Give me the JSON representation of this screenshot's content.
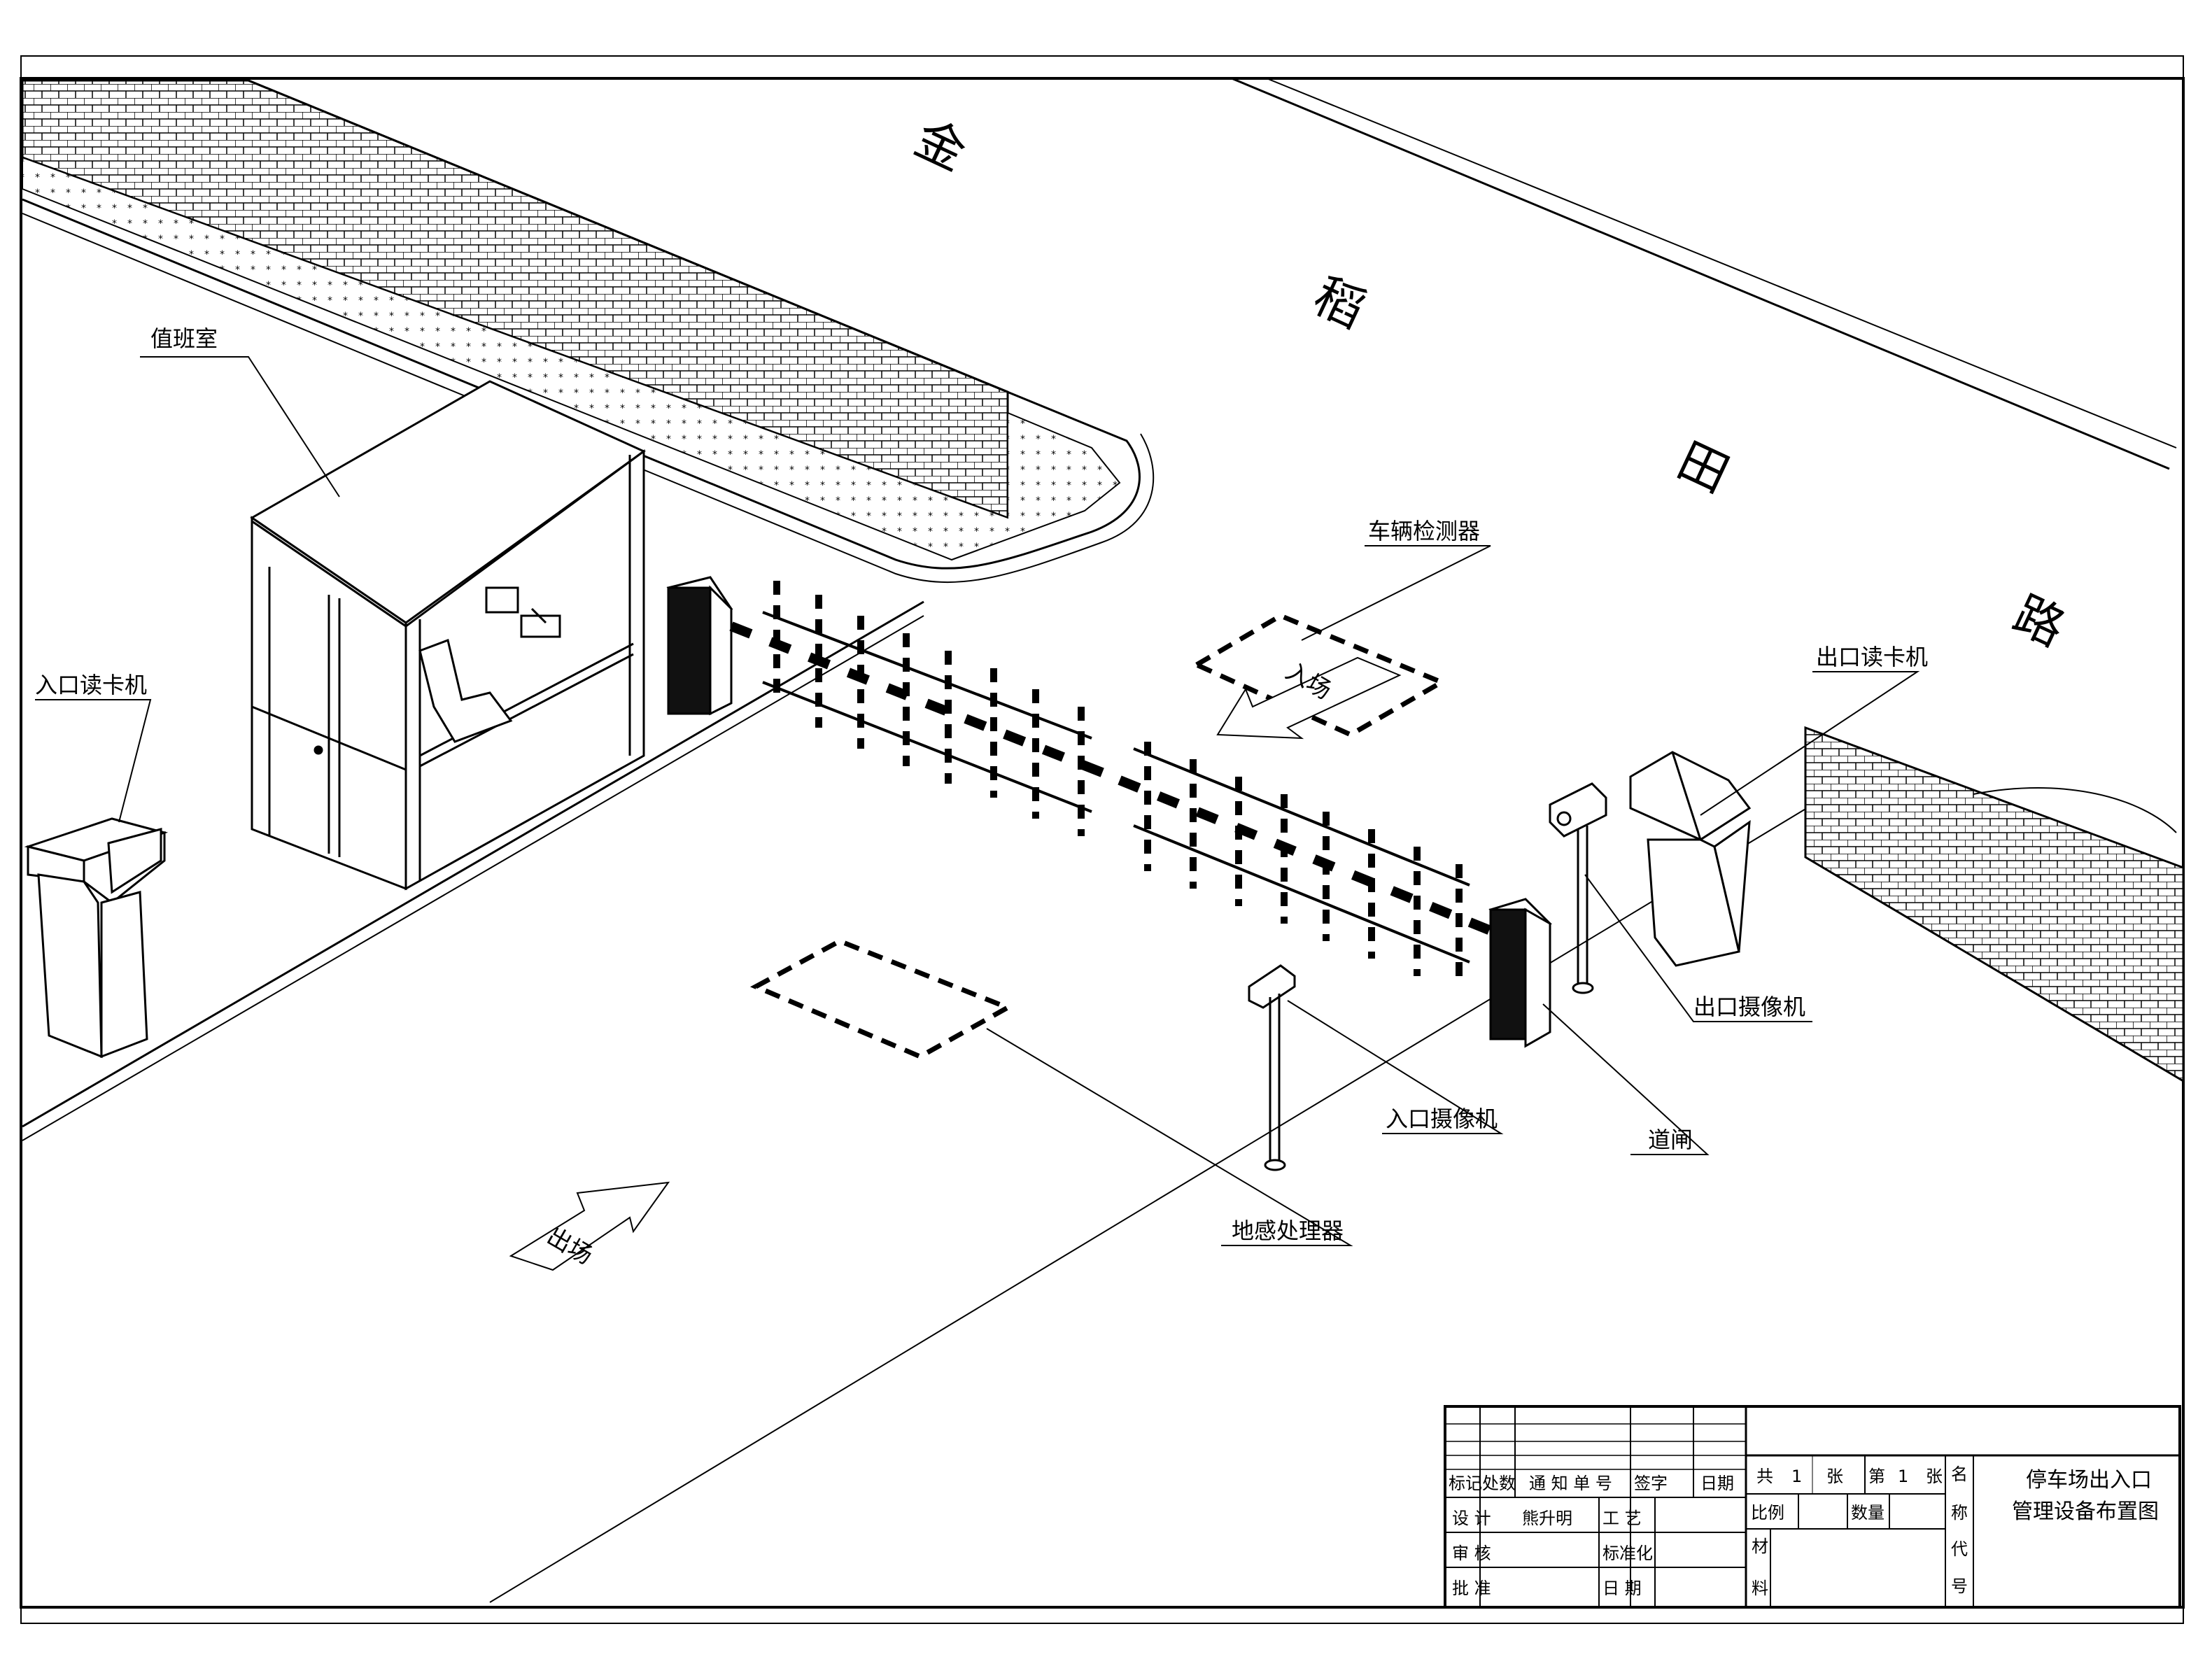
{
  "road_name": [
    "金",
    "稻",
    "田",
    "路"
  ],
  "labels": {
    "duty_room": "值班室",
    "entry_card_reader": "入口读卡机",
    "vehicle_detector": "车辆检测器",
    "exit_card_reader": "出口读卡机",
    "exit_camera": "出口摄像机",
    "entry_camera": "入口摄像机",
    "barrier_gate": "道闸",
    "loop_processor": "地感处理器"
  },
  "arrows": {
    "entry_arrow_text": "入场",
    "exit_arrow_text": "出场"
  },
  "title_block": {
    "rev_headers": [
      "标记",
      "处数",
      "通 知 单 号",
      "签字",
      "日期"
    ],
    "design_label": "设 计",
    "designer": "熊升明",
    "process_label": "工 艺",
    "review_label": "审 核",
    "standard_label": "标准化",
    "approve_label": "批 准",
    "date_label": "日 期",
    "sheet_total_prefix": "共",
    "sheet_total": "1",
    "sheet_unit": "张",
    "sheet_no_prefix": "第",
    "sheet_no": "1",
    "scale_label": "比例",
    "quantity_label": "数量",
    "material_label_1": "材",
    "material_label_2": "料",
    "name_label": [
      "名",
      "称"
    ],
    "code_label": [
      "代",
      "号"
    ],
    "drawing_title_line1": "停车场出入口",
    "drawing_title_line2": "管理设备布置图"
  }
}
